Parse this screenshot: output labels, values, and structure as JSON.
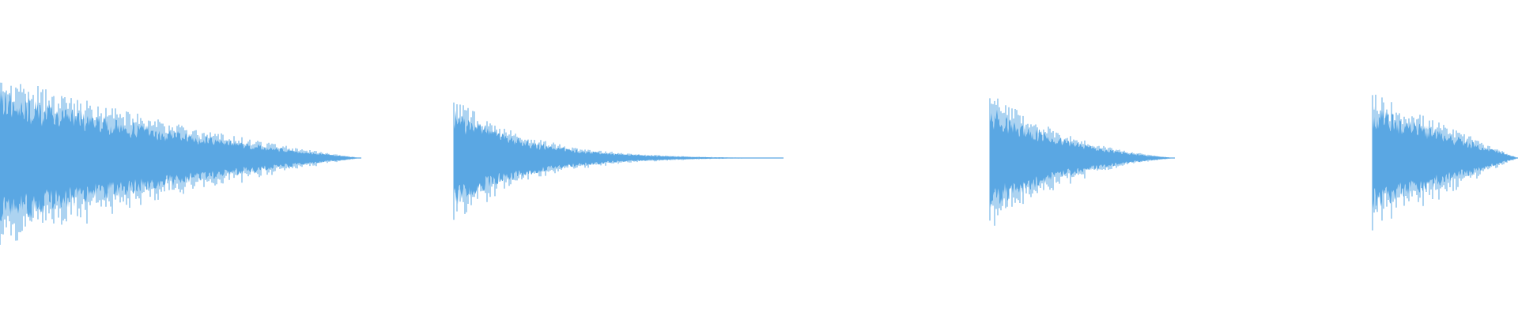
{
  "waveform": {
    "color": "#5aa7e3",
    "background": "#ffffff",
    "clips": [
      {
        "id": "clip-1",
        "start": 0.0,
        "end": 0.238,
        "peak": 0.92,
        "decay": 1.6,
        "tail": 0.0
      },
      {
        "id": "clip-2",
        "start": 0.299,
        "end": 0.516,
        "peak": 0.66,
        "decay": 4.5,
        "tail": 0.02
      },
      {
        "id": "clip-3",
        "start": 0.652,
        "end": 0.774,
        "peak": 0.72,
        "decay": 2.3,
        "tail": 0.0
      },
      {
        "id": "clip-4",
        "start": 0.904,
        "end": 1.0,
        "peak": 0.7,
        "decay": 1.1,
        "tail": 0.0
      }
    ]
  }
}
